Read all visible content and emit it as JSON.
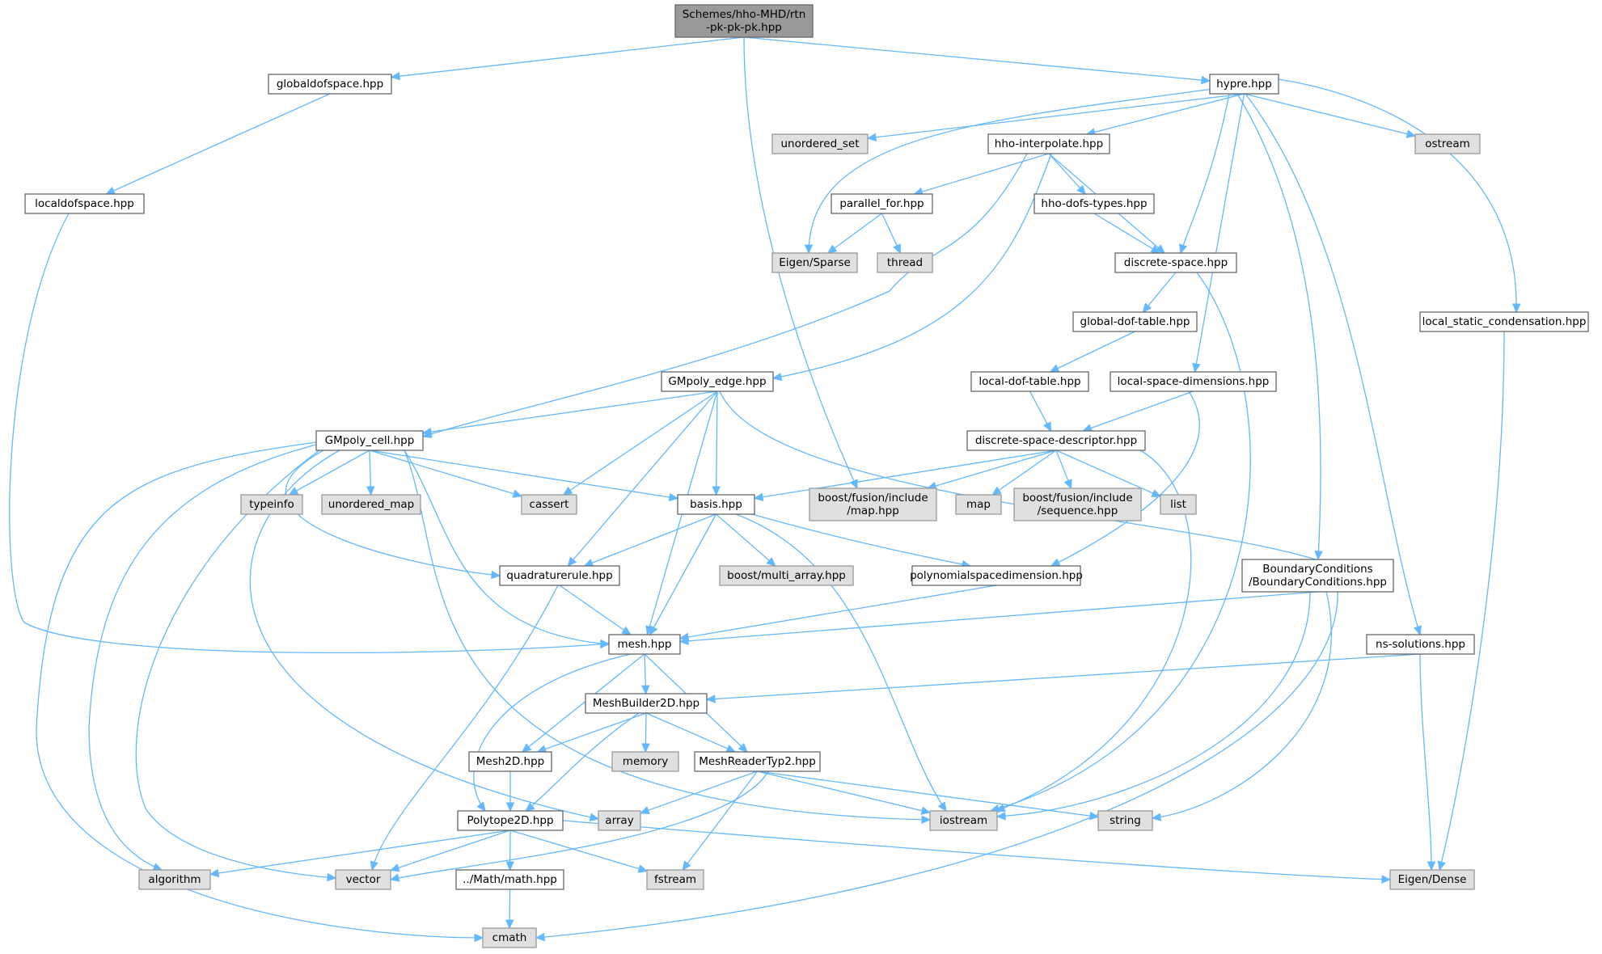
{
  "diagram": {
    "nodes": [
      {
        "id": "root",
        "kind": "root",
        "lines": [
          "Schemes/hho-MHD/rtn",
          "-pk-pk-pk.hpp"
        ]
      },
      {
        "id": "globaldofspace",
        "kind": "local",
        "lines": [
          "globaldofspace.hpp"
        ]
      },
      {
        "id": "hypre",
        "kind": "local",
        "lines": [
          "hypre.hpp"
        ]
      },
      {
        "id": "localdofspace",
        "kind": "local",
        "lines": [
          "localdofspace.hpp"
        ]
      },
      {
        "id": "unordered_set",
        "kind": "system",
        "lines": [
          "unordered_set"
        ]
      },
      {
        "id": "hho_interpolate",
        "kind": "local",
        "lines": [
          "hho-interpolate.hpp"
        ]
      },
      {
        "id": "ostream",
        "kind": "system",
        "lines": [
          "ostream"
        ]
      },
      {
        "id": "parallel_for",
        "kind": "local",
        "lines": [
          "parallel_for.hpp"
        ]
      },
      {
        "id": "hho_dofs_types",
        "kind": "local",
        "lines": [
          "hho-dofs-types.hpp"
        ]
      },
      {
        "id": "eigen_sparse",
        "kind": "system",
        "lines": [
          "Eigen/Sparse"
        ]
      },
      {
        "id": "thread",
        "kind": "system",
        "lines": [
          "thread"
        ]
      },
      {
        "id": "discrete_space",
        "kind": "local",
        "lines": [
          "discrete-space.hpp"
        ]
      },
      {
        "id": "global_dof_table",
        "kind": "local",
        "lines": [
          "global-dof-table.hpp"
        ]
      },
      {
        "id": "local_static_condensation",
        "kind": "local",
        "lines": [
          "local_static_condensation.hpp"
        ]
      },
      {
        "id": "gmpoly_edge",
        "kind": "local",
        "lines": [
          "GMpoly_edge.hpp"
        ]
      },
      {
        "id": "local_dof_table",
        "kind": "local",
        "lines": [
          "local-dof-table.hpp"
        ]
      },
      {
        "id": "local_space_dimensions",
        "kind": "local",
        "lines": [
          "local-space-dimensions.hpp"
        ]
      },
      {
        "id": "gmpoly_cell",
        "kind": "local",
        "lines": [
          "GMpoly_cell.hpp"
        ]
      },
      {
        "id": "discrete_space_descriptor",
        "kind": "local",
        "lines": [
          "discrete-space-descriptor.hpp"
        ]
      },
      {
        "id": "typeinfo",
        "kind": "system",
        "lines": [
          "typeinfo"
        ]
      },
      {
        "id": "unordered_map",
        "kind": "system",
        "lines": [
          "unordered_map"
        ]
      },
      {
        "id": "cassert",
        "kind": "system",
        "lines": [
          "cassert"
        ]
      },
      {
        "id": "basis",
        "kind": "local",
        "lines": [
          "basis.hpp"
        ]
      },
      {
        "id": "boost_map",
        "kind": "system",
        "lines": [
          "boost/fusion/include",
          "/map.hpp"
        ]
      },
      {
        "id": "map",
        "kind": "system",
        "lines": [
          "map"
        ]
      },
      {
        "id": "boost_sequence",
        "kind": "system",
        "lines": [
          "boost/fusion/include",
          "/sequence.hpp"
        ]
      },
      {
        "id": "list",
        "kind": "system",
        "lines": [
          "list"
        ]
      },
      {
        "id": "quadraturerule",
        "kind": "local",
        "lines": [
          "quadraturerule.hpp"
        ]
      },
      {
        "id": "boost_multi_array",
        "kind": "system",
        "lines": [
          "boost/multi_array.hpp"
        ]
      },
      {
        "id": "polynomialspacedimension",
        "kind": "local",
        "lines": [
          "polynomialspacedimension.hpp"
        ]
      },
      {
        "id": "boundary_conditions",
        "kind": "local",
        "lines": [
          "BoundaryConditions",
          "/BoundaryConditions.hpp"
        ]
      },
      {
        "id": "mesh",
        "kind": "local",
        "lines": [
          "mesh.hpp"
        ]
      },
      {
        "id": "ns_solutions",
        "kind": "local",
        "lines": [
          "ns-solutions.hpp"
        ]
      },
      {
        "id": "meshbuilder2d",
        "kind": "local",
        "lines": [
          "MeshBuilder2D.hpp"
        ]
      },
      {
        "id": "mesh2d",
        "kind": "local",
        "lines": [
          "Mesh2D.hpp"
        ]
      },
      {
        "id": "memory",
        "kind": "system",
        "lines": [
          "memory"
        ]
      },
      {
        "id": "meshreadertyp2",
        "kind": "local",
        "lines": [
          "MeshReaderTyp2.hpp"
        ]
      },
      {
        "id": "array",
        "kind": "system",
        "lines": [
          "array"
        ]
      },
      {
        "id": "iostream",
        "kind": "system",
        "lines": [
          "iostream"
        ]
      },
      {
        "id": "string",
        "kind": "system",
        "lines": [
          "string"
        ]
      },
      {
        "id": "polytope2d",
        "kind": "local",
        "lines": [
          "Polytope2D.hpp"
        ]
      },
      {
        "id": "algorithm",
        "kind": "system",
        "lines": [
          "algorithm"
        ]
      },
      {
        "id": "vector",
        "kind": "system",
        "lines": [
          "vector"
        ]
      },
      {
        "id": "math",
        "kind": "local",
        "lines": [
          "../Math/math.hpp"
        ]
      },
      {
        "id": "fstream",
        "kind": "system",
        "lines": [
          "fstream"
        ]
      },
      {
        "id": "eigen_dense",
        "kind": "system",
        "lines": [
          "Eigen/Dense"
        ]
      },
      {
        "id": "cmath",
        "kind": "system",
        "lines": [
          "cmath"
        ]
      }
    ],
    "edges": [
      [
        "root",
        "globaldofspace"
      ],
      [
        "root",
        "boost_map"
      ],
      [
        "root",
        "hypre"
      ],
      [
        "globaldofspace",
        "localdofspace"
      ],
      [
        "localdofspace",
        "mesh"
      ],
      [
        "hypre",
        "unordered_set"
      ],
      [
        "hypre",
        "eigen_sparse"
      ],
      [
        "hypre",
        "hho_interpolate"
      ],
      [
        "hypre",
        "discrete_space"
      ],
      [
        "hypre",
        "local_space_dimensions"
      ],
      [
        "hypre",
        "boundary_conditions"
      ],
      [
        "hypre",
        "ns_solutions"
      ],
      [
        "hypre",
        "ostream"
      ],
      [
        "hypre",
        "local_static_condensation"
      ],
      [
        "hho_interpolate",
        "parallel_for"
      ],
      [
        "hho_interpolate",
        "hho_dofs_types"
      ],
      [
        "hho_interpolate",
        "discrete_space"
      ],
      [
        "hho_interpolate",
        "gmpoly_cell"
      ],
      [
        "hho_interpolate",
        "gmpoly_edge"
      ],
      [
        "parallel_for",
        "eigen_sparse"
      ],
      [
        "parallel_for",
        "thread"
      ],
      [
        "hho_dofs_types",
        "discrete_space"
      ],
      [
        "discrete_space",
        "global_dof_table"
      ],
      [
        "discrete_space",
        "iostream"
      ],
      [
        "global_dof_table",
        "local_dof_table"
      ],
      [
        "local_dof_table",
        "discrete_space_descriptor"
      ],
      [
        "local_space_dimensions",
        "discrete_space_descriptor"
      ],
      [
        "local_space_dimensions",
        "polynomialspacedimension"
      ],
      [
        "local_static_condensation",
        "eigen_dense"
      ],
      [
        "gmpoly_edge",
        "gmpoly_cell"
      ],
      [
        "gmpoly_edge",
        "cassert"
      ],
      [
        "gmpoly_edge",
        "quadraturerule"
      ],
      [
        "gmpoly_edge",
        "mesh"
      ],
      [
        "gmpoly_edge",
        "basis"
      ],
      [
        "gmpoly_edge",
        "cmath"
      ],
      [
        "gmpoly_cell",
        "typeinfo"
      ],
      [
        "gmpoly_cell",
        "unordered_map"
      ],
      [
        "gmpoly_cell",
        "cassert"
      ],
      [
        "gmpoly_cell",
        "basis"
      ],
      [
        "gmpoly_cell",
        "quadraturerule"
      ],
      [
        "gmpoly_cell",
        "mesh"
      ],
      [
        "gmpoly_cell",
        "array"
      ],
      [
        "gmpoly_cell",
        "iostream"
      ],
      [
        "gmpoly_cell",
        "algorithm"
      ],
      [
        "gmpoly_cell",
        "vector"
      ],
      [
        "gmpoly_cell",
        "cmath"
      ],
      [
        "discrete_space_descriptor",
        "basis"
      ],
      [
        "discrete_space_descriptor",
        "boost_map"
      ],
      [
        "discrete_space_descriptor",
        "map"
      ],
      [
        "discrete_space_descriptor",
        "boost_sequence"
      ],
      [
        "discrete_space_descriptor",
        "list"
      ],
      [
        "discrete_space_descriptor",
        "iostream"
      ],
      [
        "basis",
        "quadraturerule"
      ],
      [
        "basis",
        "mesh"
      ],
      [
        "basis",
        "boost_multi_array"
      ],
      [
        "basis",
        "polynomialspacedimension"
      ],
      [
        "basis",
        "iostream"
      ],
      [
        "quadraturerule",
        "mesh"
      ],
      [
        "quadraturerule",
        "vector"
      ],
      [
        "polynomialspacedimension",
        "mesh"
      ],
      [
        "boundary_conditions",
        "mesh"
      ],
      [
        "boundary_conditions",
        "iostream"
      ],
      [
        "boundary_conditions",
        "string"
      ],
      [
        "ns_solutions",
        "meshbuilder2d"
      ],
      [
        "ns_solutions",
        "eigen_dense"
      ],
      [
        "mesh",
        "meshbuilder2d"
      ],
      [
        "mesh",
        "mesh2d"
      ],
      [
        "mesh",
        "meshreadertyp2"
      ],
      [
        "mesh",
        "polytope2d"
      ],
      [
        "meshbuilder2d",
        "mesh2d"
      ],
      [
        "meshbuilder2d",
        "memory"
      ],
      [
        "meshbuilder2d",
        "meshreadertyp2"
      ],
      [
        "meshbuilder2d",
        "polytope2d"
      ],
      [
        "mesh2d",
        "polytope2d"
      ],
      [
        "meshreadertyp2",
        "array"
      ],
      [
        "meshreadertyp2",
        "iostream"
      ],
      [
        "meshreadertyp2",
        "string"
      ],
      [
        "meshreadertyp2",
        "vector"
      ],
      [
        "meshreadertyp2",
        "fstream"
      ],
      [
        "polytope2d",
        "algorithm"
      ],
      [
        "polytope2d",
        "vector"
      ],
      [
        "polytope2d",
        "math"
      ],
      [
        "polytope2d",
        "fstream"
      ],
      [
        "polytope2d",
        "eigen_dense"
      ],
      [
        "math",
        "cmath"
      ]
    ]
  }
}
